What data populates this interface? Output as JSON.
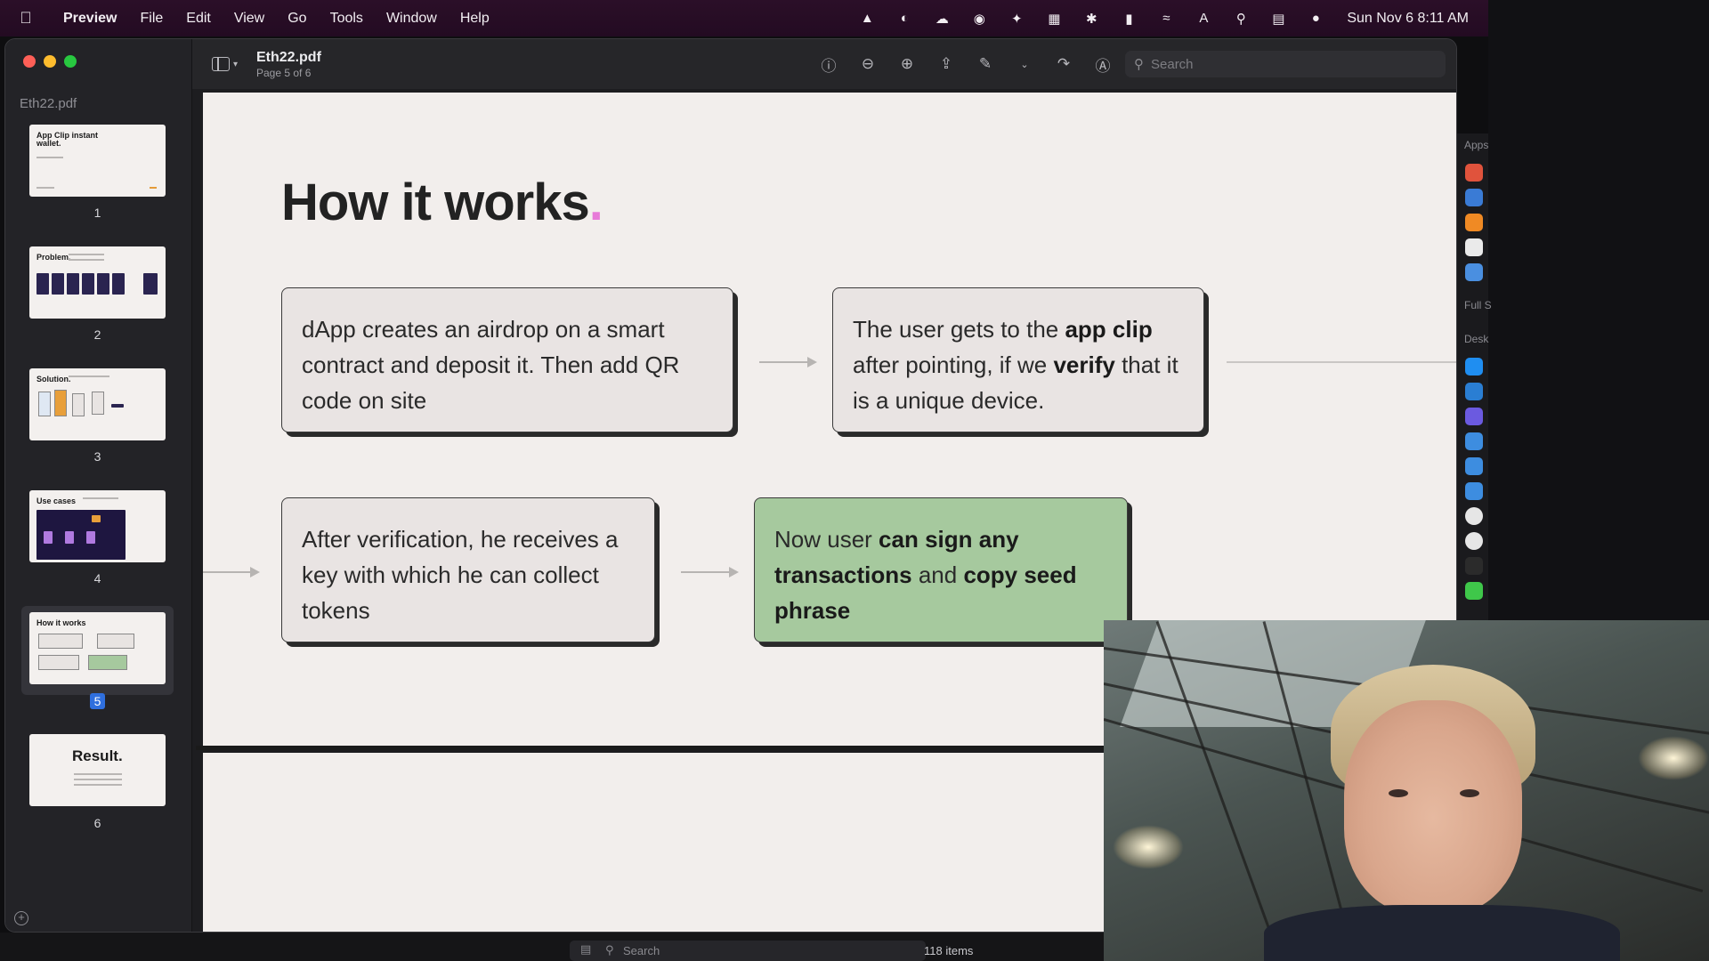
{
  "menubar": {
    "app": "Preview",
    "menus": [
      "File",
      "Edit",
      "View",
      "Go",
      "Tools",
      "Window",
      "Help"
    ],
    "clock": "Sun Nov 6  8:11 AM"
  },
  "window": {
    "title": "Eth22.pdf",
    "subtitle": "Page 5 of 6",
    "search_placeholder": "Search"
  },
  "sidebar": {
    "title": "Eth22.pdf",
    "pages": [
      {
        "num": "1",
        "preview_title": "App Clip instant wallet."
      },
      {
        "num": "2",
        "preview_title": "Problem."
      },
      {
        "num": "3",
        "preview_title": "Solution."
      },
      {
        "num": "4",
        "preview_title": "Use cases"
      },
      {
        "num": "5",
        "preview_title": "How it works"
      },
      {
        "num": "6",
        "preview_title": "Result."
      }
    ],
    "selected_page": 5
  },
  "slide": {
    "title": "How it works",
    "title_dot": ".",
    "cards": {
      "c1": {
        "text": "dApp creates an airdrop on a smart contract and deposit it. Then add QR code on site"
      },
      "c2": {
        "pre": "The user gets to the ",
        "b1": "app clip",
        "mid": " after pointing, if we ",
        "b2": "verify",
        "post": " that it is a unique device."
      },
      "c3": {
        "text": "After verification, he receives a key with which he can collect tokens"
      },
      "c4": {
        "pre": "Now user ",
        "b1": "can sign any transactions",
        "mid": " and ",
        "b2": "copy seed phrase"
      }
    }
  },
  "right_strip": {
    "labels": [
      "Apps",
      "Full S",
      "Desk"
    ]
  },
  "bottom": {
    "search_placeholder": "Search",
    "items": "118 items"
  },
  "colors": {
    "accent_dot": "#e77ad8",
    "green_card": "#a6c99e",
    "menubar": "#2b0f28"
  }
}
